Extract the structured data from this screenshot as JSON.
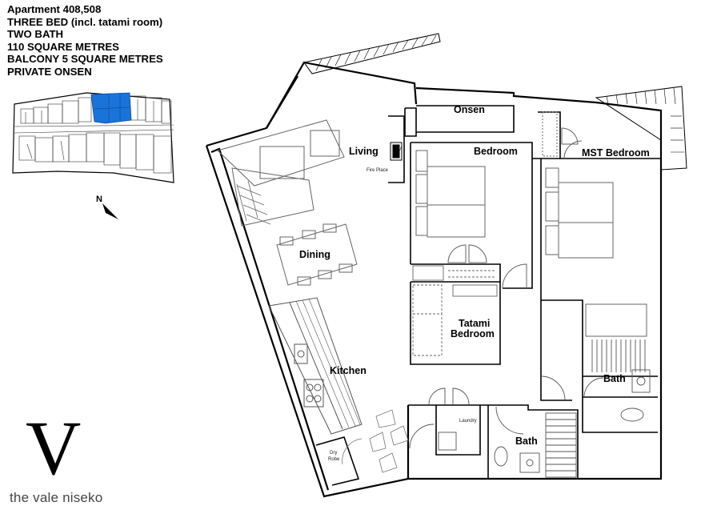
{
  "info": {
    "lines": [
      "Apartment 408,508",
      "THREE BED (incl. tatami room)",
      "TWO BATH",
      "110 SQUARE METRES",
      "BALCONY 5 SQUARE METRES",
      "PRIVATE ONSEN"
    ]
  },
  "north_label": "N",
  "rooms": {
    "onsen": "Onsen",
    "living": "Living",
    "bedroom": "Bedroom",
    "mst_bedroom": "MST Bedroom",
    "dining": "Dining",
    "tatami_line1": "Tatami",
    "tatami_line2": "Bedroom",
    "kitchen": "Kitchen",
    "bath_right": "Bath",
    "bath_lower": "Bath"
  },
  "small_labels": {
    "tv": "TV",
    "fire_place": "Fire Place",
    "laundry": "Laundry",
    "dry_line1": "Dry",
    "dry_line2": "Robe"
  },
  "logo": {
    "mark": "V",
    "name": "the vale niseko"
  },
  "colors": {
    "highlight": "#1a73d9",
    "wall": "#000000",
    "fixture": "#666666"
  }
}
